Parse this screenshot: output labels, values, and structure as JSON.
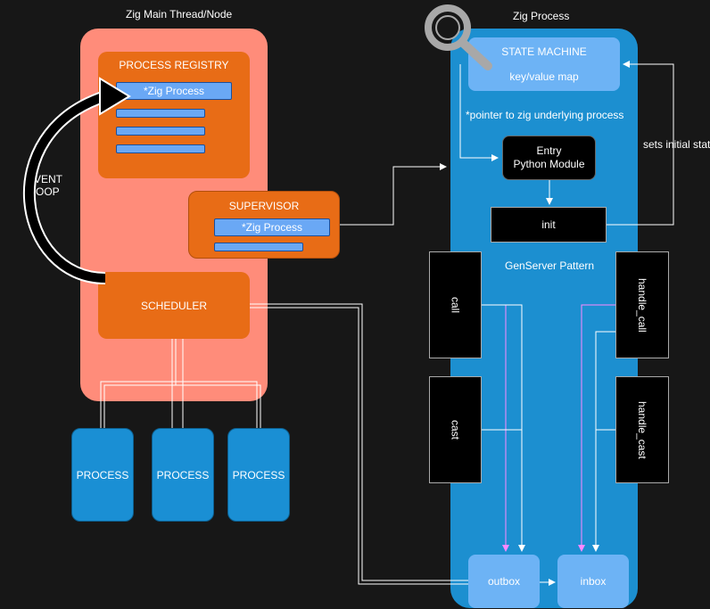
{
  "titles": {
    "main_node": "Zig Main Thread/Node",
    "zig_process": "Zig Process"
  },
  "registry": {
    "title": "PROCESS REGISTRY",
    "first_entry": "*Zig Process"
  },
  "supervisor": {
    "title": "SUPERVISOR",
    "entry": "*Zig Process"
  },
  "event_loop": "EVENT\nLOOP",
  "scheduler": "SCHEDULER",
  "processes": [
    "PROCESS",
    "PROCESS",
    "PROCESS"
  ],
  "state_machine": {
    "title": "STATE MACHINE",
    "subtitle": "key/value map"
  },
  "pointer_note": "*pointer to zig underlying process",
  "sets_initial_state": "sets initial state",
  "entry": "Entry\nPython Module",
  "init": "init",
  "genserver": "GenServer Pattern",
  "callbacks": {
    "call": "call",
    "handle_call": "handle_call",
    "cast": "cast",
    "handle_cast": "handle_cast"
  },
  "mailboxes": {
    "outbox": "outbox",
    "inbox": "inbox"
  },
  "icons": {
    "magnifier": "magnifier-icon"
  },
  "colors": {
    "node": "#ff8c7a",
    "orange": "#e86c16",
    "blue": "#1c8fd0",
    "light_blue": "#6db3f5",
    "arrow_pink": "#ff88ff"
  }
}
